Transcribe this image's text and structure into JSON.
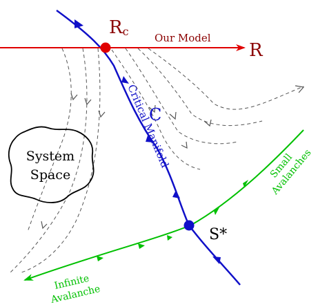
{
  "labels": {
    "rc": "R",
    "rc_sub": "c",
    "our_model": "Our Model",
    "r": "R",
    "c": "C",
    "critical_manifold": "Critical Manifold",
    "system_space_line1": "System",
    "system_space_line2": "Space",
    "small_avalanches_line1": "Small",
    "small_avalanches_line2": "Avalanches",
    "s_star": "S*",
    "infinite_line1": "Infinite",
    "infinite_line2": "Avalanche"
  },
  "colors": {
    "red": "#e00000",
    "dark_red": "#8b0000",
    "blue": "#1010c8",
    "green": "#00c000",
    "black": "#000000",
    "gray": "#555555"
  }
}
